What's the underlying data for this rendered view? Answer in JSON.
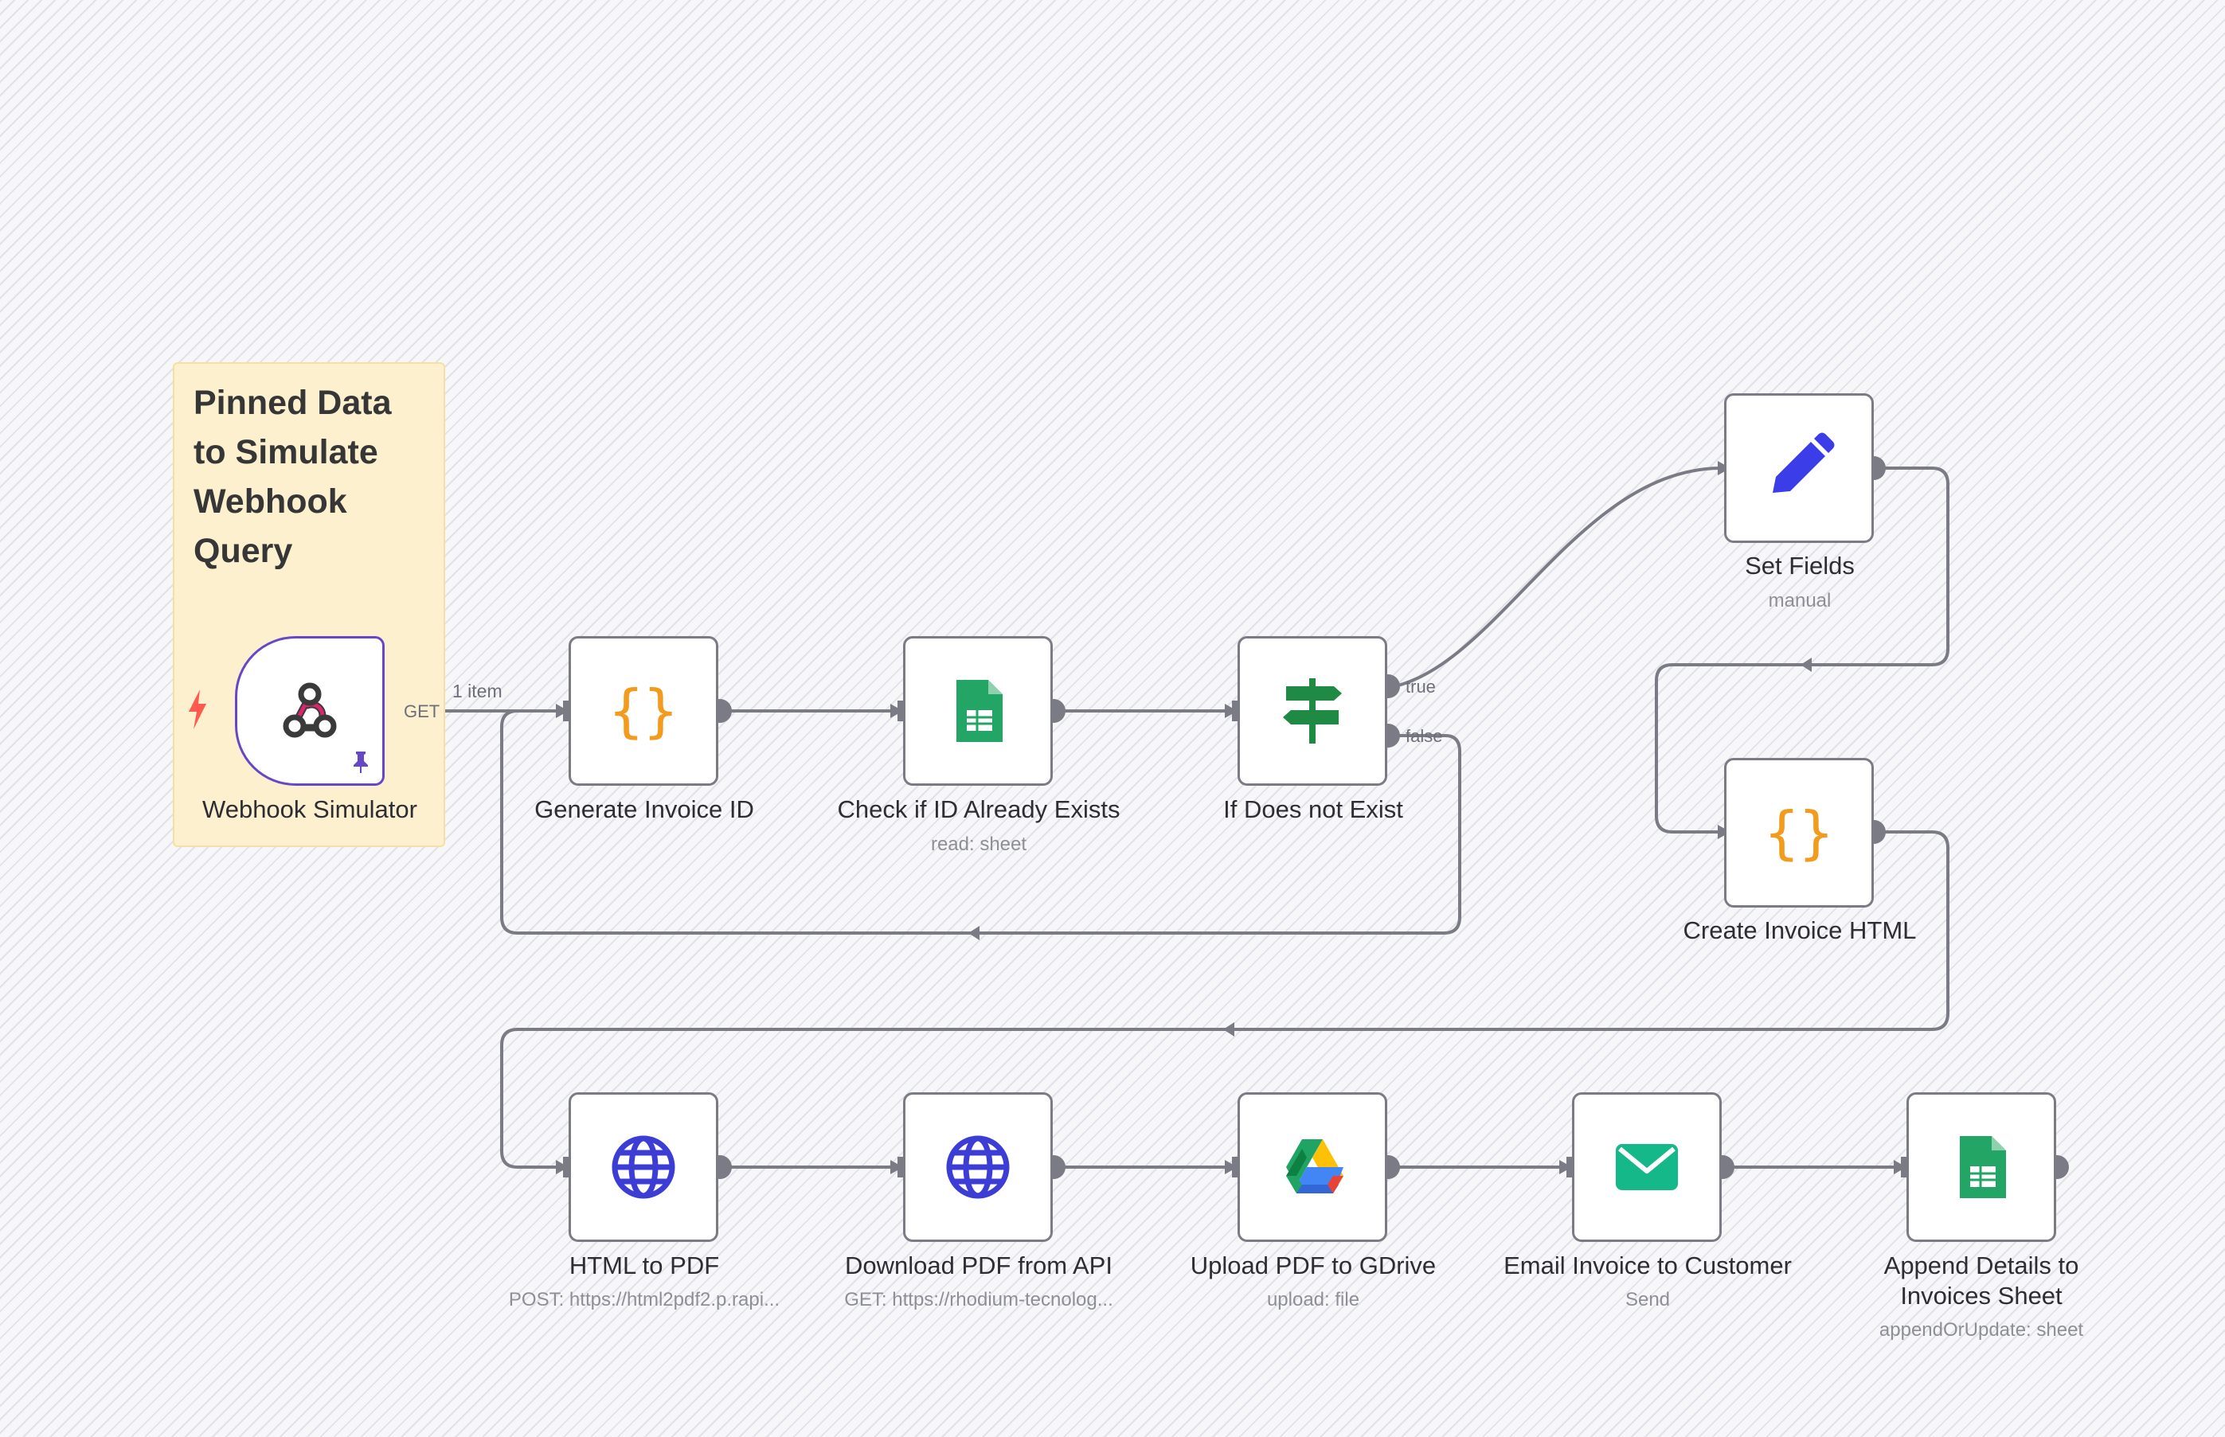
{
  "sticky": {
    "text": "Pinned Data to Simulate Webhook Query"
  },
  "edge_labels": {
    "items_count": "1 item",
    "get": "GET",
    "true": "true",
    "false": "false"
  },
  "nodes": {
    "webhook": {
      "label": "Webhook Simulator",
      "icon": "webhook-icon"
    },
    "generate_id": {
      "label": "Generate Invoice ID",
      "icon": "code-braces-icon"
    },
    "check_id": {
      "label": "Check if ID Already Exists",
      "sub": "read: sheet",
      "icon": "google-sheets-icon"
    },
    "if_not_exist": {
      "label": "If Does not Exist",
      "icon": "signpost-icon"
    },
    "set_fields": {
      "label": "Set Fields",
      "sub": "manual",
      "icon": "pencil-icon"
    },
    "create_html": {
      "label": "Create Invoice HTML",
      "icon": "code-braces-icon"
    },
    "html_pdf": {
      "label": "HTML to PDF",
      "sub": "POST: https://html2pdf2.p.rapi...",
      "icon": "globe-icon"
    },
    "download_pdf": {
      "label": "Download PDF from API",
      "sub": "GET: https://rhodium-tecnolog...",
      "icon": "globe-icon"
    },
    "upload_gdrive": {
      "label": "Upload PDF to GDrive",
      "sub": "upload: file",
      "icon": "google-drive-icon"
    },
    "email": {
      "label": "Email Invoice to Customer",
      "sub": "Send",
      "icon": "envelope-icon"
    },
    "append": {
      "label": "Append Details to Invoices Sheet",
      "sub": "appendOrUpdate: sheet",
      "icon": "google-sheets-icon"
    }
  },
  "colors": {
    "trigger_border": "#6648c7",
    "node_border": "#7b7b85",
    "edge": "#7b7b85",
    "code": "#f29b1d",
    "sheets": "#22a565",
    "router": "#1e8a43",
    "set": "#3b3ee8",
    "http": "#3c3dd5",
    "gmail": "#14b889",
    "trigger_bolt": "#ff5a4e",
    "sticky_bg": "#fdf0cf"
  }
}
